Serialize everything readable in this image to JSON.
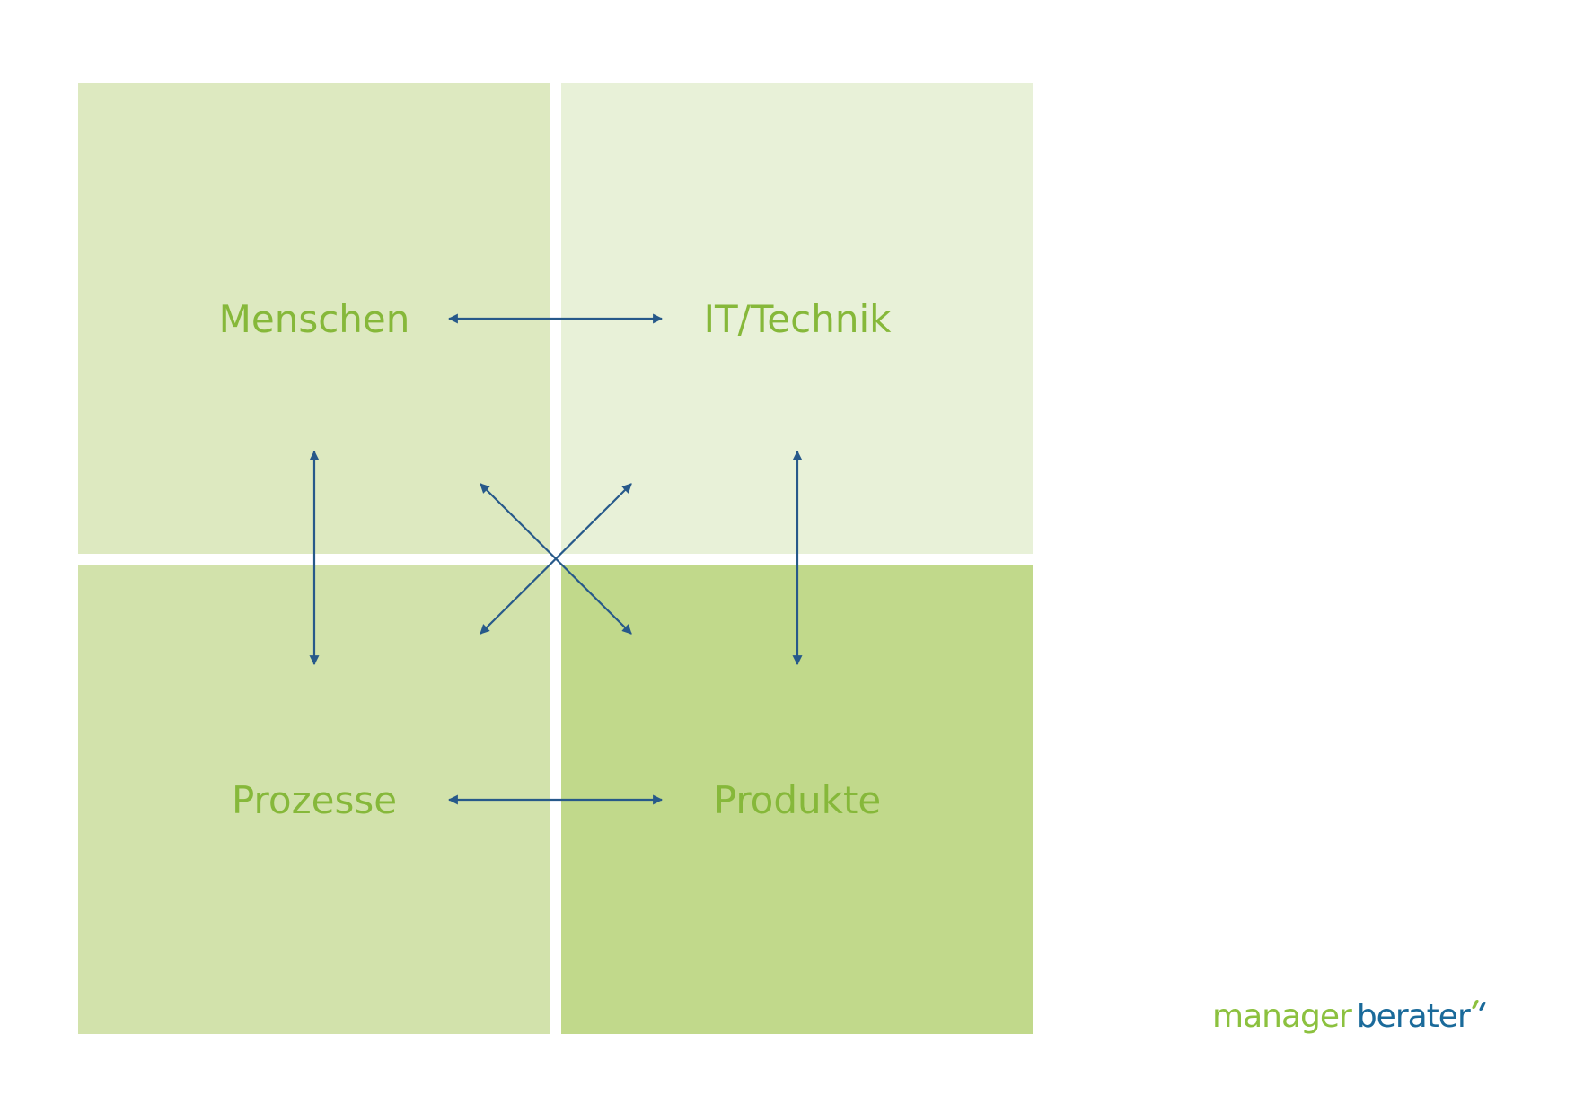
{
  "diagram": {
    "quadrants": [
      {
        "id": "top-left",
        "label": "Menschen",
        "color": "#dde9c0"
      },
      {
        "id": "top-right",
        "label": "IT/Technik",
        "color": "#e8f1d8"
      },
      {
        "id": "bottom-left",
        "label": "Prozesse",
        "color": "#d2e2ab"
      },
      {
        "id": "bottom-right",
        "label": "Produkte",
        "color": "#c1d98b"
      }
    ],
    "label_color": "#86b83a",
    "arrow_color": "#27598a",
    "relations": [
      {
        "from": "Menschen",
        "to": "IT/Technik",
        "type": "bidirectional"
      },
      {
        "from": "Prozesse",
        "to": "Produkte",
        "type": "bidirectional"
      },
      {
        "from": "Menschen",
        "to": "Prozesse",
        "type": "bidirectional"
      },
      {
        "from": "IT/Technik",
        "to": "Produkte",
        "type": "bidirectional"
      },
      {
        "from": "Menschen",
        "to": "Produkte",
        "type": "bidirectional"
      },
      {
        "from": "IT/Technik",
        "to": "Prozesse",
        "type": "bidirectional"
      }
    ]
  },
  "logo": {
    "part1": "manager",
    "part2": "berater",
    "part1_color": "#8cc13f",
    "part2_color": "#1a6a9a"
  }
}
